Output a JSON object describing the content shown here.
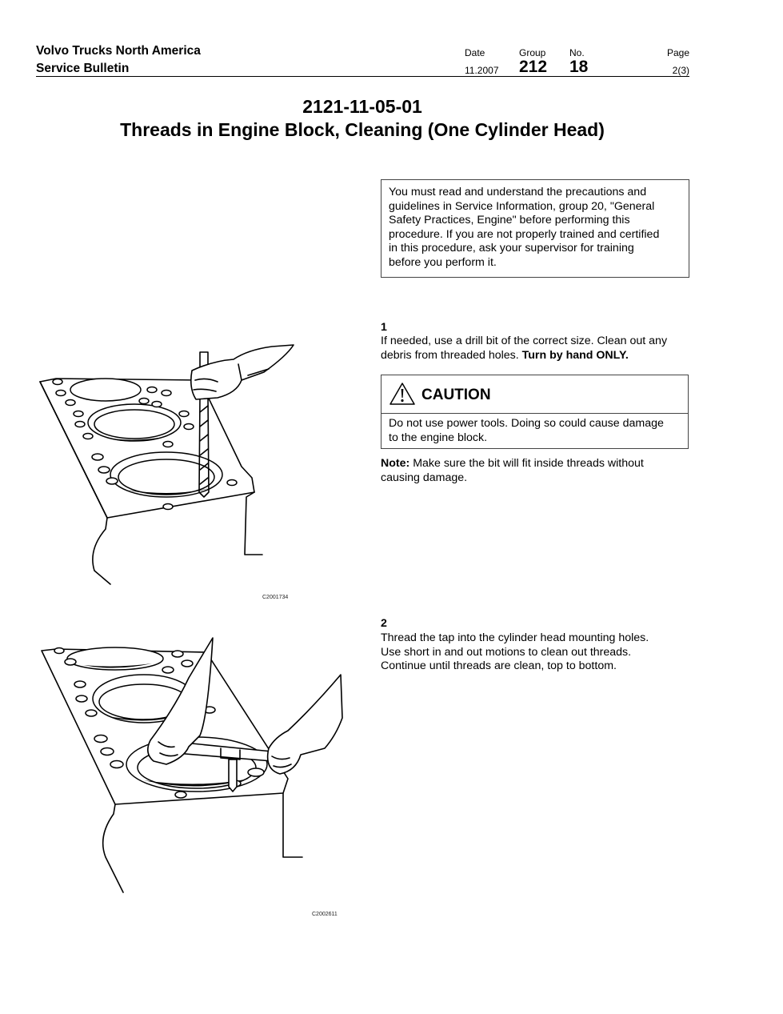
{
  "header": {
    "company": "Volvo Trucks North America",
    "doc_type": "Service Bulletin",
    "date_label": "Date",
    "date_value": "11.2007",
    "group_label": "Group",
    "group_value": "212",
    "no_label": "No.",
    "no_value": "18",
    "page_label": "Page",
    "page_value": "2(3)"
  },
  "title": {
    "code": "2121-11-05-01",
    "main": "Threads in Engine Block, Cleaning (One Cylinder Head)"
  },
  "notice": {
    "line1": "You must read and understand the precautions and",
    "line2": "guidelines in Service Information, group 20, \"General",
    "line3": "Safety Practices, Engine\" before performing this",
    "line4": "procedure. If you are not properly trained and certified",
    "line5": "in this procedure, ask your supervisor for training",
    "line6": "before you perform it."
  },
  "step1": {
    "number": "1",
    "line1": "If needed, use a drill bit of the correct size. Clean out any",
    "line2": "debris from threaded holes. ",
    "line2_bold": "Turn by hand ONLY.",
    "caution_title": "CAUTION",
    "caution_line1": "Do not use power tools. Doing so could cause damage",
    "caution_line2": "to the engine block.",
    "note_label": "Note:",
    "note_line1": " Make sure the bit will fit inside threads without",
    "note_line2": "causing damage.",
    "figure_code": "C2001734"
  },
  "step2": {
    "number": "2",
    "line1": "Thread the tap into the cylinder head mounting holes.",
    "line2": "Use short in and out motions to clean out threads.",
    "line3": "Continue until threads are clean, top to bottom.",
    "figure_code": "C2002611"
  },
  "icons": {
    "caution": "warning-triangle-icon"
  }
}
